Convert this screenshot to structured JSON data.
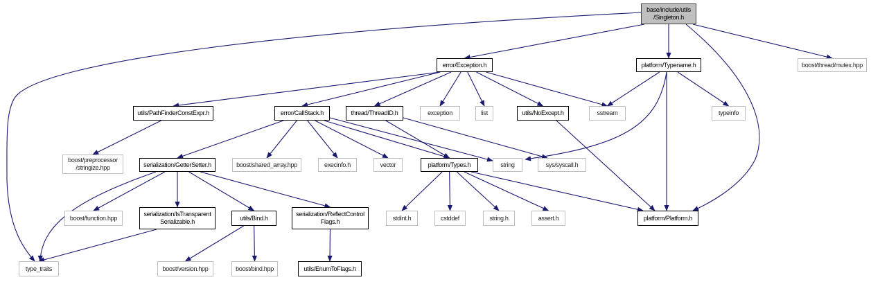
{
  "colors": {
    "edge": "#191970",
    "root_fill": "#bfbfbf",
    "external_border": "#bfbfbf"
  },
  "nodes": [
    {
      "id": "singleton",
      "lines": [
        "base/include/utils",
        "/Singleton.h"
      ],
      "kind": "root"
    },
    {
      "id": "exception_h",
      "lines": [
        "error/Exception.h"
      ],
      "kind": "solid"
    },
    {
      "id": "typename_h",
      "lines": [
        "platform/Typename.h"
      ],
      "kind": "solid"
    },
    {
      "id": "mutex",
      "lines": [
        "boost/thread/mutex.hpp"
      ],
      "kind": "ext"
    },
    {
      "id": "pathfinder",
      "lines": [
        "utils/PathFinderConstExpr.h"
      ],
      "kind": "solid"
    },
    {
      "id": "callstack",
      "lines": [
        "error/CallStack.h"
      ],
      "kind": "solid"
    },
    {
      "id": "threadid",
      "lines": [
        "thread/ThreadID.h"
      ],
      "kind": "solid"
    },
    {
      "id": "exception",
      "lines": [
        "exception"
      ],
      "kind": "ext"
    },
    {
      "id": "list",
      "lines": [
        "list"
      ],
      "kind": "ext"
    },
    {
      "id": "noexcept",
      "lines": [
        "utils/NoExcept.h"
      ],
      "kind": "solid"
    },
    {
      "id": "sstream",
      "lines": [
        "sstream"
      ],
      "kind": "ext"
    },
    {
      "id": "typeinfo",
      "lines": [
        "typeinfo"
      ],
      "kind": "ext"
    },
    {
      "id": "stringize",
      "lines": [
        "boost/preprocessor",
        "/stringize.hpp"
      ],
      "kind": "ext"
    },
    {
      "id": "gettersetter",
      "lines": [
        "serialization/GetterSetter.h"
      ],
      "kind": "solid"
    },
    {
      "id": "shared_array",
      "lines": [
        "boost/shared_array.hpp"
      ],
      "kind": "ext"
    },
    {
      "id": "execinfo",
      "lines": [
        "execinfo.h"
      ],
      "kind": "ext"
    },
    {
      "id": "vector",
      "lines": [
        "vector"
      ],
      "kind": "ext"
    },
    {
      "id": "types",
      "lines": [
        "platform/Types.h"
      ],
      "kind": "solid"
    },
    {
      "id": "string",
      "lines": [
        "string"
      ],
      "kind": "ext"
    },
    {
      "id": "syscall",
      "lines": [
        "sys/syscall.h"
      ],
      "kind": "ext"
    },
    {
      "id": "function",
      "lines": [
        "boost/function.hpp"
      ],
      "kind": "ext"
    },
    {
      "id": "istransparent",
      "lines": [
        "serialization/IsTransparent",
        "Serializable.h"
      ],
      "kind": "solid"
    },
    {
      "id": "bind_h",
      "lines": [
        "utils/Bind.h"
      ],
      "kind": "solid"
    },
    {
      "id": "reflect",
      "lines": [
        "serialization/ReflectControl",
        "Flags.h"
      ],
      "kind": "solid"
    },
    {
      "id": "stdint",
      "lines": [
        "stdint.h"
      ],
      "kind": "ext"
    },
    {
      "id": "cstddef",
      "lines": [
        "cstddef"
      ],
      "kind": "ext"
    },
    {
      "id": "string_h",
      "lines": [
        "string.h"
      ],
      "kind": "ext"
    },
    {
      "id": "assert",
      "lines": [
        "assert.h"
      ],
      "kind": "ext"
    },
    {
      "id": "platform",
      "lines": [
        "platform/Platform.h"
      ],
      "kind": "solid"
    },
    {
      "id": "type_traits",
      "lines": [
        "type_traits"
      ],
      "kind": "ext"
    },
    {
      "id": "version",
      "lines": [
        "boost/version.hpp"
      ],
      "kind": "ext"
    },
    {
      "id": "bind_hpp",
      "lines": [
        "boost/bind.hpp"
      ],
      "kind": "ext"
    },
    {
      "id": "enumtoflags",
      "lines": [
        "utils/EnumToFlags.h"
      ],
      "kind": "solid"
    }
  ],
  "edges": [
    [
      "singleton",
      "exception_h"
    ],
    [
      "singleton",
      "typename_h"
    ],
    [
      "singleton",
      "mutex"
    ],
    [
      "singleton",
      "platform"
    ],
    [
      "singleton",
      "type_traits"
    ],
    [
      "exception_h",
      "pathfinder"
    ],
    [
      "exception_h",
      "callstack"
    ],
    [
      "exception_h",
      "threadid"
    ],
    [
      "exception_h",
      "exception"
    ],
    [
      "exception_h",
      "list"
    ],
    [
      "exception_h",
      "noexcept"
    ],
    [
      "exception_h",
      "sstream"
    ],
    [
      "typename_h",
      "sstream"
    ],
    [
      "typename_h",
      "typeinfo"
    ],
    [
      "typename_h",
      "string"
    ],
    [
      "typename_h",
      "platform"
    ],
    [
      "pathfinder",
      "stringize"
    ],
    [
      "callstack",
      "gettersetter"
    ],
    [
      "callstack",
      "shared_array"
    ],
    [
      "callstack",
      "execinfo"
    ],
    [
      "callstack",
      "vector"
    ],
    [
      "callstack",
      "types"
    ],
    [
      "callstack",
      "string"
    ],
    [
      "threadid",
      "types"
    ],
    [
      "threadid",
      "syscall"
    ],
    [
      "noexcept",
      "platform"
    ],
    [
      "gettersetter",
      "type_traits"
    ],
    [
      "gettersetter",
      "function"
    ],
    [
      "gettersetter",
      "istransparent"
    ],
    [
      "gettersetter",
      "bind_h"
    ],
    [
      "gettersetter",
      "reflect"
    ],
    [
      "types",
      "stdint"
    ],
    [
      "types",
      "cstddef"
    ],
    [
      "types",
      "string_h"
    ],
    [
      "types",
      "assert"
    ],
    [
      "types",
      "platform"
    ],
    [
      "istransparent",
      "type_traits"
    ],
    [
      "bind_h",
      "version"
    ],
    [
      "bind_h",
      "bind_hpp"
    ],
    [
      "reflect",
      "enumtoflags"
    ]
  ]
}
